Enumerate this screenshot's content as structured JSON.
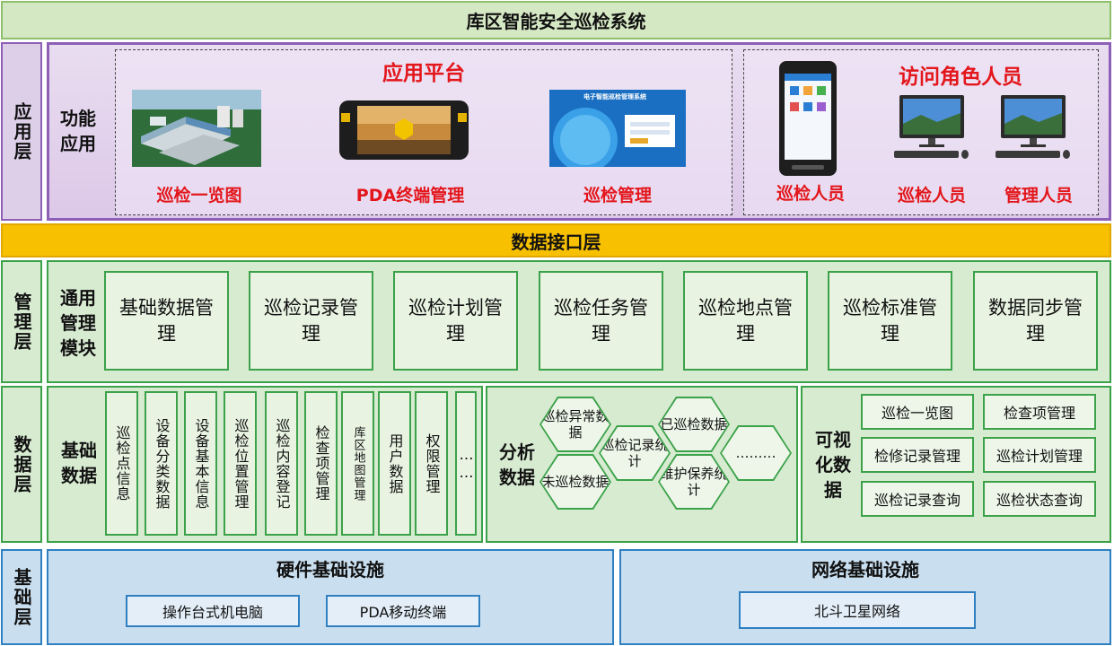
{
  "title": "库区智能安全巡检系统",
  "layers": {
    "application": "应用层",
    "management": "管理层",
    "data": "数据层",
    "base": "基础层"
  },
  "application": {
    "function_label": "功能应用",
    "platform_title": "应用平台",
    "platform_items": [
      "巡检一览图",
      "PDA终端管理",
      "巡检管理"
    ],
    "login_screen_caption": "电子智能巡检管理系统",
    "roles_title": "访问角色人员",
    "roles": [
      "巡检人员",
      "巡检人员",
      "管理人员"
    ]
  },
  "interface_layer": "数据接口层",
  "management": {
    "label": "通用管理模块",
    "modules": [
      "基础数据管理",
      "巡检记录管理",
      "巡检计划管理",
      "巡检任务管理",
      "巡检地点管理",
      "巡检标准管理",
      "数据同步管理"
    ]
  },
  "data": {
    "basic_label": "基础数据",
    "basic_items": [
      "巡检点信息",
      "设备分类数据",
      "设备基本信息",
      "巡检位置管理",
      "巡检内容登记",
      "检查项管理",
      "库区地图管理",
      "用户数据",
      "权限管理",
      "……"
    ],
    "analysis_label": "分析数据",
    "analysis_items": [
      "巡检异常数据",
      "未巡检数据",
      "巡检记录统计",
      "已巡检数据",
      "维护保养统计",
      "………"
    ],
    "visual_label": "可视化数据",
    "visual_items": [
      "巡检一览图",
      "检查项管理",
      "检修记录管理",
      "巡检计划管理",
      "巡检记录查询",
      "巡检状态查询"
    ]
  },
  "base": {
    "hardware_title": "硬件基础设施",
    "hardware_items": [
      "操作台式机电脑",
      "PDA移动终端"
    ],
    "network_title": "网络基础设施",
    "network_items": [
      "北斗卫星网络"
    ]
  }
}
